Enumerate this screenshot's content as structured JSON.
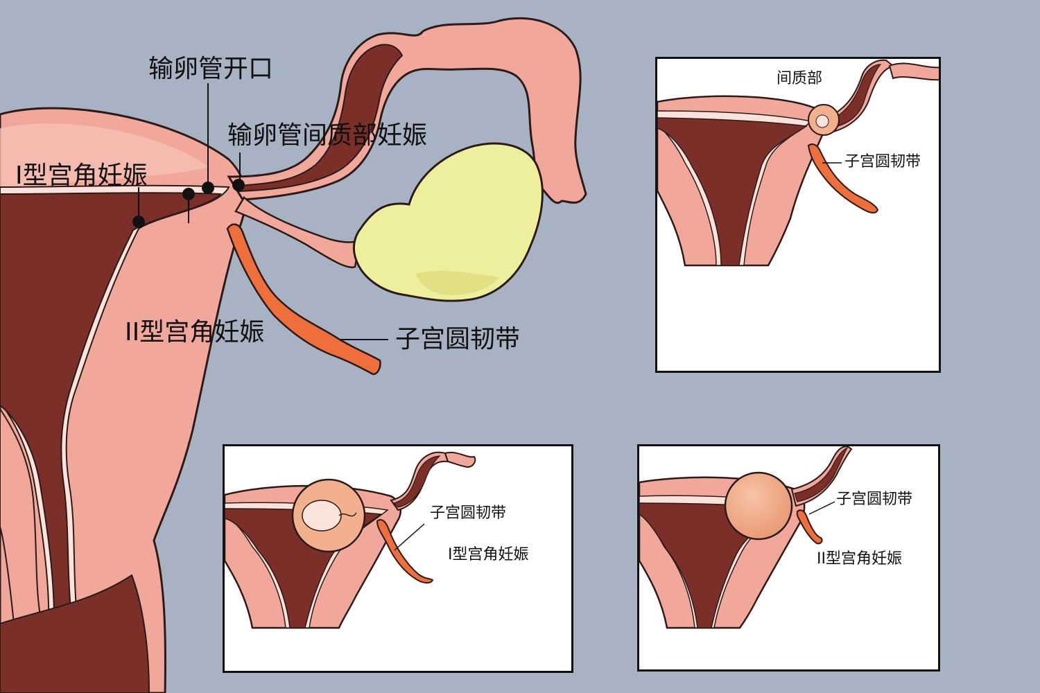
{
  "colors": {
    "background": "#a7b2c3",
    "uterus_wall": "#f1a79a",
    "uterus_wall_light": "#f6b9ad",
    "endometrium": "#7b2f28",
    "lining": "#fbe3dc",
    "ligament": "#ef6f3c",
    "ovary": "#efee9c",
    "pregnancy_sac": "#f3b08f",
    "outline": "#2a1a18"
  },
  "main_labels": {
    "tube_opening": "输卵管开口",
    "interstitial_pregnancy": "输卵管间质部妊娠",
    "type1_cornual": "I型宫角妊娠",
    "type2_cornual": "II型宫角妊娠",
    "round_ligament": "子宫圆韧带"
  },
  "panel_interstitial": {
    "interstitial": "间质部",
    "round_ligament": "子宫圆韧带"
  },
  "panel_type1": {
    "round_ligament": "子宫圆韧带",
    "type": "I型宫角妊娠"
  },
  "panel_type2": {
    "round_ligament": "子宫圆韧带",
    "type": "II型宫角妊娠"
  }
}
